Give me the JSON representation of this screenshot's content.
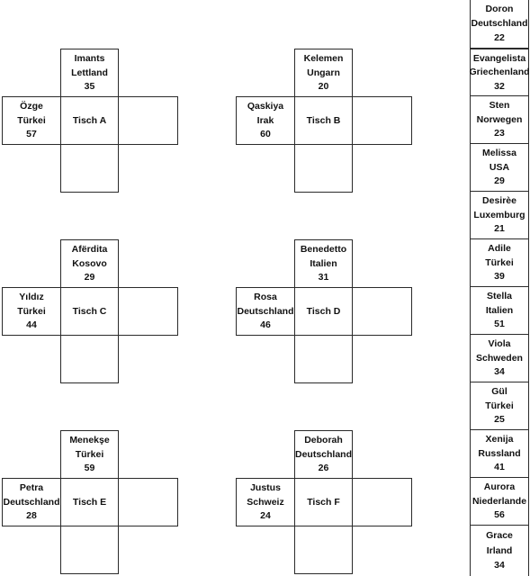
{
  "tables": [
    {
      "label": "Tisch A",
      "top": {
        "name": "Imants",
        "country": "Lettland",
        "age": "35"
      },
      "left": {
        "name": "Özge",
        "country": "Türkei",
        "age": "57"
      }
    },
    {
      "label": "Tisch B",
      "top": {
        "name": "Kelemen",
        "country": "Ungarn",
        "age": "20"
      },
      "left": {
        "name": "Qaskiya",
        "country": "Irak",
        "age": "60"
      }
    },
    {
      "label": "Tisch C",
      "top": {
        "name": "Afërdita",
        "country": "Kosovo",
        "age": "29"
      },
      "left": {
        "name": "Yıldız",
        "country": "Türkei",
        "age": "44"
      }
    },
    {
      "label": "Tisch D",
      "top": {
        "name": "Benedetto",
        "country": "Italien",
        "age": "31"
      },
      "left": {
        "name": "Rosa",
        "country": "Deutschland",
        "age": "46"
      }
    },
    {
      "label": "Tisch E",
      "top": {
        "name": "Menekşe",
        "country": "Türkei",
        "age": "59"
      },
      "left": {
        "name": "Petra",
        "country": "Deutschland",
        "age": "28"
      }
    },
    {
      "label": "Tisch F",
      "top": {
        "name": "Deborah",
        "country": "Deutschland",
        "age": "26"
      },
      "left": {
        "name": "Justus",
        "country": "Schweiz",
        "age": "24"
      }
    }
  ],
  "waiting_list": [
    {
      "name": "Doron",
      "country": "Deutschland",
      "age": "22"
    },
    {
      "name": "Evangelista",
      "country": "Griechenland",
      "age": "32"
    },
    {
      "name": "Sten",
      "country": "Norwegen",
      "age": "23"
    },
    {
      "name": "Melissa",
      "country": "USA",
      "age": "29"
    },
    {
      "name": "Desirèe",
      "country": "Luxemburg",
      "age": "21"
    },
    {
      "name": "Adile",
      "country": "Türkei",
      "age": "39"
    },
    {
      "name": "Stella",
      "country": "Italien",
      "age": "51"
    },
    {
      "name": "Viola",
      "country": "Schweden",
      "age": "34"
    },
    {
      "name": "Gül",
      "country": "Türkei",
      "age": "25"
    },
    {
      "name": "Xenija",
      "country": "Russland",
      "age": "41"
    },
    {
      "name": "Aurora",
      "country": "Niederlande",
      "age": "56"
    },
    {
      "name": "Grace",
      "country": "Irland",
      "age": "34"
    }
  ]
}
